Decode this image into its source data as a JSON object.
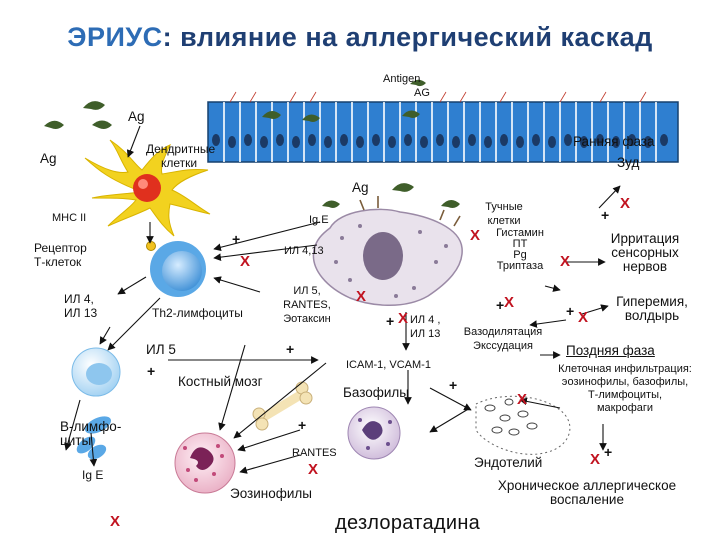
{
  "title": {
    "brand": "ЭРИУС",
    "rest": ": влияние на аллергический каскад"
  },
  "labels": {
    "antigen": "Antigen",
    "ag_caps": "AG",
    "ag_top": "Ag",
    "ag_left": "Ag",
    "ag_mid": "Ag",
    "dendritic": [
      "Дендритные",
      "клетки"
    ],
    "mhc": "MHC II",
    "ige": "Ig.E",
    "receptor": [
      "Рецептор",
      "Т-клеток"
    ],
    "il4_13_left": [
      "ИЛ 4,",
      "ИЛ 13"
    ],
    "th2": "Th2-лимфоциты",
    "il4_13_mid": "ИЛ 4,13",
    "il5_rantes": [
      "ИЛ 5,",
      "RANTES,",
      "Эотаксин"
    ],
    "il5": "ИЛ 5",
    "bone_marrow": "Костный мозг",
    "b_lymph": [
      "В-лимфо-",
      "циты"
    ],
    "ige_left": "Ig E",
    "rantes": "RANTES",
    "eosinophils": "Эозинофилы",
    "mast_cells": [
      "Тучные",
      "клетки"
    ],
    "mediators": [
      "Гистамин",
      "ПТ",
      "Pg",
      "Триптаза"
    ],
    "il4_13_right": [
      "ИЛ 4 ,",
      "ИЛ 13"
    ],
    "icam": "ICAM-1, VCAM-1",
    "basophils": "Базофилы",
    "vasodilation": [
      "Вазодилятация",
      "Экссудация"
    ],
    "early_phase": "Ранняя фаза",
    "itch": "Зуд",
    "irritation": [
      "Ирритация",
      "сенсорных",
      "нервов"
    ],
    "hyperemia": [
      "Гиперемия,",
      "волдырь"
    ],
    "late_phase": "Поздняя фаза",
    "infiltration": [
      "Клеточная инфильтрация:",
      "эозинофилы, базофилы,",
      "Т-лимфоциты,",
      "макрофаги"
    ],
    "endothelium": "Эндотелий",
    "chronic": [
      "Хроническое аллергическое",
      "воспаление"
    ],
    "drug": "дезлоратадина"
  },
  "marks": {
    "block": "X",
    "plus": "+"
  },
  "colors": {
    "title": "#1f3f73",
    "brand": "#2d6cb5",
    "block_mark": "#c1121f",
    "epithelium": "#2f7fd0",
    "antigen": "#3f5e2a",
    "dendritic": "#f2d21f",
    "nucleus": "#e0301e",
    "mast_cell": "#e9e2ec",
    "lymphocyte": "#5aa8e6"
  }
}
